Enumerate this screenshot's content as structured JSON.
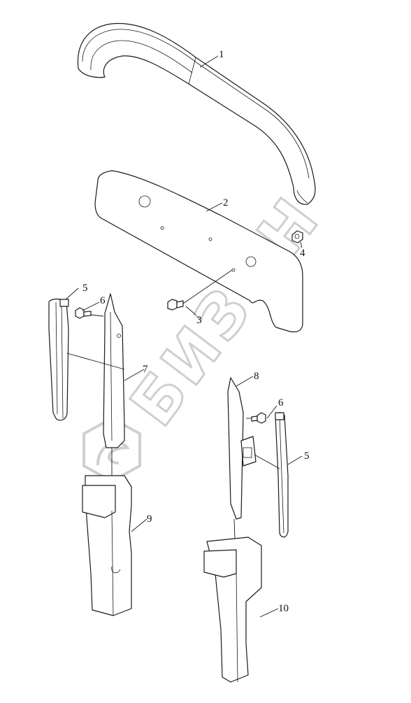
{
  "watermark": {
    "brand": "БИЗОН",
    "logo_icon": "bizon-hexagon-logo-icon",
    "color": "#cfcfcf"
  },
  "callouts": [
    "1",
    "2",
    "3",
    "4",
    "5",
    "6",
    "7",
    "8",
    "6",
    "5",
    "9",
    "10"
  ],
  "colors": {
    "line": "#1a1a1a",
    "background": "#ffffff"
  }
}
